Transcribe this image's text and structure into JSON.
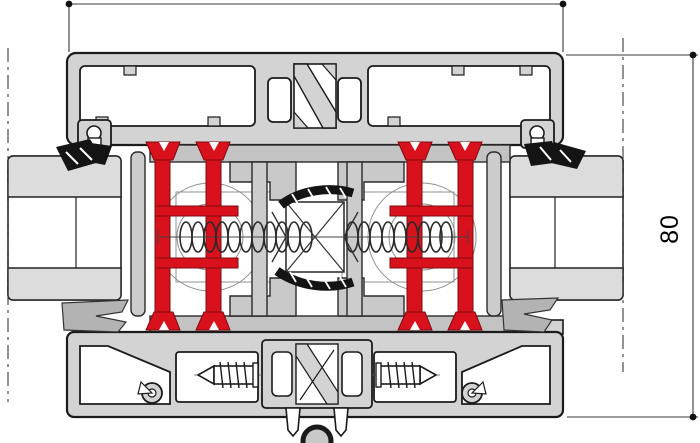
{
  "drawing": {
    "kind": "aluminium-profile-cross-section",
    "dimensions": {
      "right_height_label": "80"
    },
    "colors": {
      "background": "#ffffff",
      "aluminum_fill": "#d3d3d3",
      "aluminum_rail_fill": "#c3c3c3",
      "outline": "#1b1b1b",
      "thermal_break_red": "#d8111c",
      "gasket_black": "#141414",
      "gasket_gray": "#b3b3b3",
      "dimension_line": "#3a3a3a",
      "thin_construction_line": "#909090"
    },
    "components": [
      "width-dimension-line",
      "height-dimension-line",
      "centerline-left",
      "centerline-right",
      "glass-panel-left",
      "glass-panel-right",
      "top-frame-profile",
      "bottom-frame-profile",
      "thermal-break-left",
      "thermal-break-right",
      "spring-left",
      "spring-right",
      "lock-mechanism-box",
      "self-drilling-screw-left",
      "self-drilling-screw-right",
      "gasket-top-left",
      "gasket-top-right",
      "gasket-bottom-left",
      "gasket-bottom-right",
      "cable-circle-bottom"
    ]
  }
}
